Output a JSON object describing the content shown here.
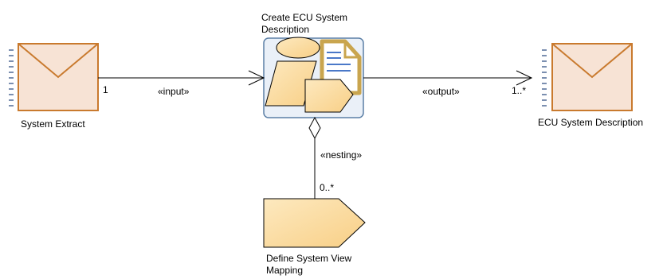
{
  "nodes": {
    "system_extract": {
      "label": "System Extract"
    },
    "create_task": {
      "label_line1": "Create ECU System",
      "label_line2": "Description"
    },
    "ecu_description": {
      "label": "ECU System Description"
    },
    "define_mapping": {
      "label_line1": "Define System View",
      "label_line2": "Mapping"
    }
  },
  "edges": {
    "input": {
      "stereotype": "«input»",
      "source_multiplicity": "1"
    },
    "output": {
      "stereotype": "«output»",
      "target_multiplicity": "1..*"
    },
    "nesting": {
      "stereotype": "«nesting»",
      "multiplicity": "0..*"
    }
  },
  "colors": {
    "artifact_fill": "#f7e3d5",
    "artifact_border": "#c97a2e",
    "task_fill": "#eaf0f8",
    "task_border": "#5b7fa6",
    "shape_fill": "#fcd997",
    "ticks": "#7b8fb0"
  }
}
